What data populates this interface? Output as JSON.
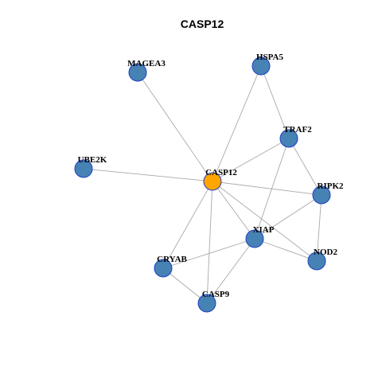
{
  "title": "CASP12",
  "colors": {
    "background": "#ffffff",
    "node_default": "#4682b4",
    "node_center": "#ffa500",
    "node_border": "#1f3fc4",
    "edge": "#a9a9a9",
    "text": "#000000"
  },
  "nodes": [
    {
      "id": "CASP12",
      "label": "CASP12",
      "center": true
    },
    {
      "id": "MAGEA3",
      "label": "MAGEA3"
    },
    {
      "id": "HSPA5",
      "label": "HSPA5"
    },
    {
      "id": "TRAF2",
      "label": "TRAF2"
    },
    {
      "id": "UBE2K",
      "label": "UBE2K"
    },
    {
      "id": "RIPK2",
      "label": "RIPK2"
    },
    {
      "id": "XIAP",
      "label": "XIAP"
    },
    {
      "id": "NOD2",
      "label": "NOD2"
    },
    {
      "id": "CRYAB",
      "label": "CRYAB"
    },
    {
      "id": "CASP9",
      "label": "CASP9"
    }
  ],
  "edges": [
    [
      "CASP12",
      "MAGEA3"
    ],
    [
      "CASP12",
      "HSPA5"
    ],
    [
      "CASP12",
      "TRAF2"
    ],
    [
      "CASP12",
      "UBE2K"
    ],
    [
      "CASP12",
      "RIPK2"
    ],
    [
      "CASP12",
      "XIAP"
    ],
    [
      "CASP12",
      "NOD2"
    ],
    [
      "CASP12",
      "CRYAB"
    ],
    [
      "CASP12",
      "CASP9"
    ],
    [
      "HSPA5",
      "TRAF2"
    ],
    [
      "TRAF2",
      "RIPK2"
    ],
    [
      "TRAF2",
      "XIAP"
    ],
    [
      "RIPK2",
      "XIAP"
    ],
    [
      "RIPK2",
      "NOD2"
    ],
    [
      "XIAP",
      "NOD2"
    ],
    [
      "XIAP",
      "CRYAB"
    ],
    [
      "XIAP",
      "CASP9"
    ],
    [
      "CRYAB",
      "CASP9"
    ]
  ]
}
